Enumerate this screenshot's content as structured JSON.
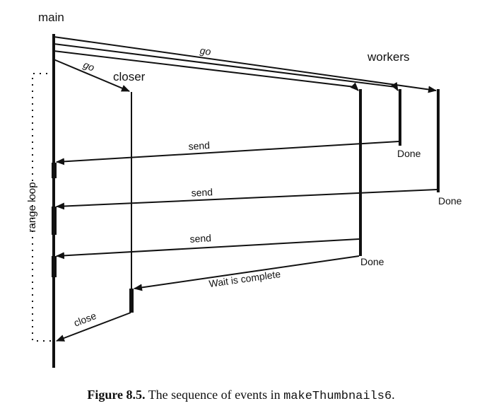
{
  "diagram": {
    "participants": {
      "main": "main",
      "closer": "closer",
      "workers": "workers",
      "range_loop": "range loop"
    },
    "messages": {
      "go_workers": "go",
      "go_closer": "go",
      "send_1": "send",
      "send_2": "send",
      "send_3": "send",
      "wait_complete": "Wait is complete",
      "close": "close"
    },
    "done_labels": {
      "worker_1": "Done",
      "worker_2": "Done",
      "worker_3": "Done"
    }
  },
  "caption": {
    "figure_label": "Figure 8.5.",
    "text": "The sequence of events in",
    "code": "makeThumbnails6",
    "suffix": "."
  }
}
